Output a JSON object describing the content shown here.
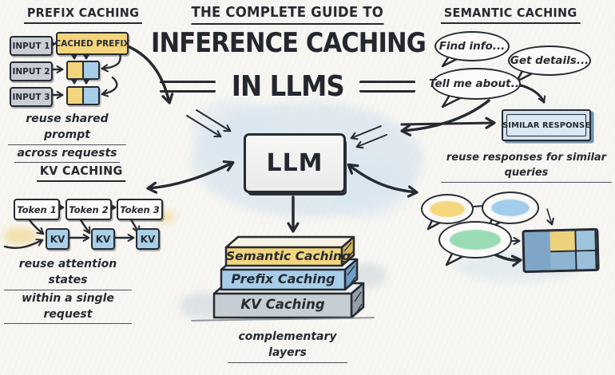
{
  "title": {
    "kicker": "THE COMPLETE GUIDE TO",
    "main_line1": "INFERENCE CACHING",
    "main_line2": "IN LLMS"
  },
  "prefix_caching": {
    "heading": "PREFIX CACHING",
    "inputs": [
      "INPUT 1",
      "INPUT 2",
      "INPUT 3"
    ],
    "cached_prefix_label": "CACHED PREFIX",
    "caption_line1": "reuse shared prompt",
    "caption_line2": "across requests"
  },
  "semantic_caching": {
    "heading": "SEMANTIC CACHING",
    "bubble1": "Find info...",
    "bubble2": "Get details...",
    "bubble3": "Tell me about...",
    "similar_response_label": "SIMILAR RESPONSE",
    "caption": "reuse responses for similar queries"
  },
  "kv_caching": {
    "heading": "KV CACHING",
    "tokens": [
      "Token 1",
      "Token 2",
      "Token 3"
    ],
    "kv_label": "KV",
    "caption_line1": "reuse attention states",
    "caption_line2": "within a single request"
  },
  "llm": {
    "label": "LLM"
  },
  "stack": {
    "layers": [
      {
        "label": "Semantic Caching",
        "color": "#f2d57c"
      },
      {
        "label": "Prefix Caching",
        "color": "#a7cde9"
      },
      {
        "label": "KV Caching",
        "color": "#c6cdd4"
      }
    ],
    "caption": "complementary layers"
  },
  "colors": {
    "ink": "#262a31",
    "paper": "#f7f6f2",
    "yellow": "#f2d57c",
    "blue": "#a7cde9",
    "gray_box": "#c9ced4",
    "kv_blue": "#a9cfe9",
    "response_blue": "#cfe2ef",
    "response_inner": "#d9e8f2",
    "blob_yellow": "#f5d77e",
    "blob_blue": "#a2cdec",
    "blob_green": "#9adbb4",
    "cache_grid": [
      "#ecd27c",
      "#9ec4de",
      "#7fa6c6",
      "#8fb4d2",
      "#9cc0da"
    ]
  }
}
